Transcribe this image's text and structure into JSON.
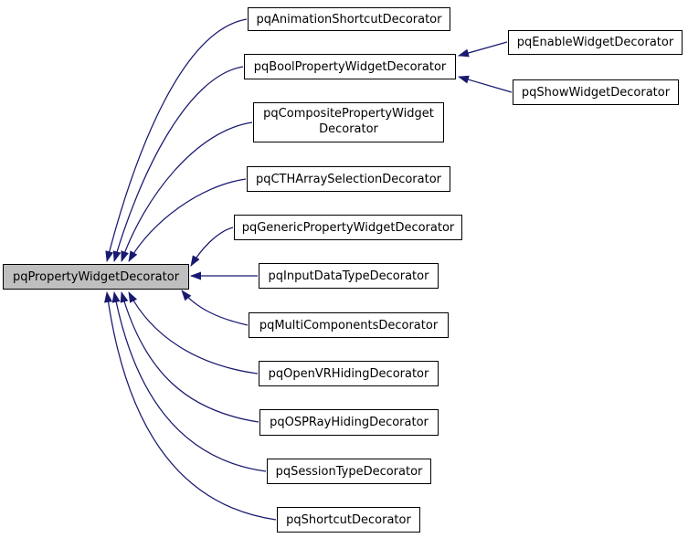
{
  "page": {
    "background": "#ffffff",
    "description_of_pixels": "Class inheritance graph: arrows point from derived class to base class"
  },
  "colors": {
    "arrow": "#191970",
    "node_border": "#000000",
    "node_fill": "#ffffff",
    "highlighted_node_fill": "#bfbfbf",
    "text": "#000000"
  },
  "graph": {
    "nodes": [
      {
        "label": "pqPropertyWidgetDecorator",
        "role": "base-class",
        "highlighted": true
      },
      {
        "label": "pqAnimationShortcutDecorator"
      },
      {
        "label": "pqBoolPropertyWidgetDecorator"
      },
      {
        "label": "pqCompositePropertyWidgetDecorator",
        "line1": "pqCompositePropertyWidget",
        "line2": "Decorator"
      },
      {
        "label": "pqCTHArraySelectionDecorator"
      },
      {
        "label": "pqGenericPropertyWidgetDecorator"
      },
      {
        "label": "pqInputDataTypeDecorator"
      },
      {
        "label": "pqMultiComponentsDecorator"
      },
      {
        "label": "pqOpenVRHidingDecorator"
      },
      {
        "label": "pqOSPRayHidingDecorator"
      },
      {
        "label": "pqSessionTypeDecorator"
      },
      {
        "label": "pqShortcutDecorator"
      },
      {
        "label": "pqEnableWidgetDecorator"
      },
      {
        "label": "pqShowWidgetDecorator"
      }
    ],
    "edges": [
      {
        "from": "pqAnimationShortcutDecorator",
        "to": "pqPropertyWidgetDecorator",
        "relation": "inherits"
      },
      {
        "from": "pqBoolPropertyWidgetDecorator",
        "to": "pqPropertyWidgetDecorator",
        "relation": "inherits"
      },
      {
        "from": "pqCompositePropertyWidgetDecorator",
        "to": "pqPropertyWidgetDecorator",
        "relation": "inherits"
      },
      {
        "from": "pqCTHArraySelectionDecorator",
        "to": "pqPropertyWidgetDecorator",
        "relation": "inherits"
      },
      {
        "from": "pqGenericPropertyWidgetDecorator",
        "to": "pqPropertyWidgetDecorator",
        "relation": "inherits"
      },
      {
        "from": "pqInputDataTypeDecorator",
        "to": "pqPropertyWidgetDecorator",
        "relation": "inherits"
      },
      {
        "from": "pqMultiComponentsDecorator",
        "to": "pqPropertyWidgetDecorator",
        "relation": "inherits"
      },
      {
        "from": "pqOpenVRHidingDecorator",
        "to": "pqPropertyWidgetDecorator",
        "relation": "inherits"
      },
      {
        "from": "pqOSPRayHidingDecorator",
        "to": "pqPropertyWidgetDecorator",
        "relation": "inherits"
      },
      {
        "from": "pqSessionTypeDecorator",
        "to": "pqPropertyWidgetDecorator",
        "relation": "inherits"
      },
      {
        "from": "pqShortcutDecorator",
        "to": "pqPropertyWidgetDecorator",
        "relation": "inherits"
      },
      {
        "from": "pqEnableWidgetDecorator",
        "to": "pqBoolPropertyWidgetDecorator",
        "relation": "inherits"
      },
      {
        "from": "pqShowWidgetDecorator",
        "to": "pqBoolPropertyWidgetDecorator",
        "relation": "inherits"
      }
    ]
  }
}
